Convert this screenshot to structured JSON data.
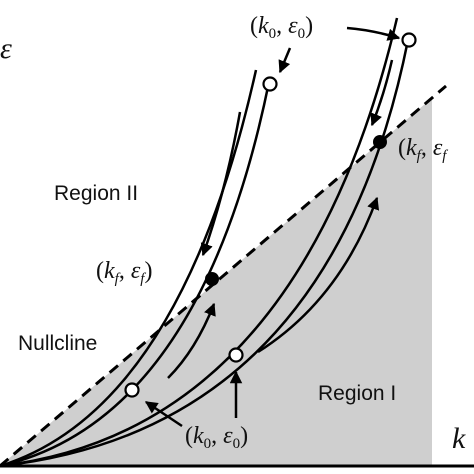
{
  "axes": {
    "y_symbol": "ε",
    "x_symbol": "k"
  },
  "regions": {
    "region_one": "Region I",
    "region_two": "Region II",
    "nullcline": "Nullcline"
  },
  "point_labels": {
    "k0_eps0": {
      "open": "(",
      "k": "k",
      "k_sub": "0",
      "comma": ", ",
      "eps": "ε",
      "eps_sub": "0",
      "close": ")"
    },
    "kf_epsf": {
      "open": "(",
      "k": "k",
      "k_sub": "f",
      "comma": ", ",
      "eps": "ε",
      "eps_sub": "f",
      "close": ")"
    },
    "kf_epsf_cut": {
      "open": "(",
      "k": "k",
      "k_sub": "f",
      "comma": ", ",
      "eps": "ε",
      "eps_sub": "f"
    }
  },
  "colors": {
    "shade": "#cfcfcf",
    "ink": "#000000"
  }
}
